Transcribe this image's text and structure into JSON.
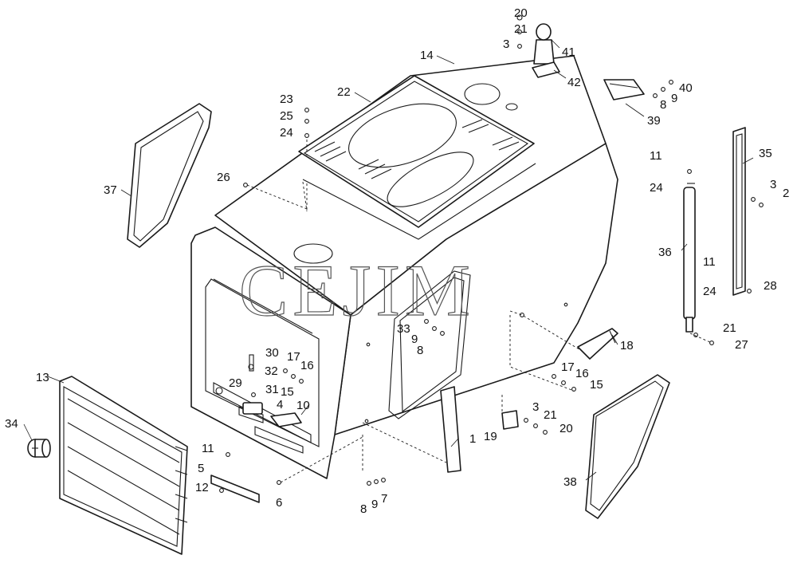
{
  "diagram": {
    "kind": "exploded parts diagram",
    "watermark": "CEJIM",
    "colors": {
      "line": "#1a1a1a",
      "paper": "#ffffff",
      "watermark": "#555555"
    },
    "callouts": {
      "c1": "1",
      "c2": "2",
      "c3a": "3",
      "c3b": "3",
      "c3c": "3",
      "c4": "4",
      "c5": "5",
      "c6": "6",
      "c7": "7",
      "c8a": "8",
      "c8b": "8",
      "c8c": "8",
      "c9a": "9",
      "c9b": "9",
      "c9c": "9",
      "c10": "10",
      "c11a": "11",
      "c11b": "11",
      "c11c": "11",
      "c12": "12",
      "c13": "13",
      "c14": "14",
      "c15a": "15",
      "c15b": "15",
      "c16a": "16",
      "c16b": "16",
      "c17a": "17",
      "c17b": "17",
      "c18": "18",
      "c19": "19",
      "c20a": "20",
      "c20b": "20",
      "c21a": "21",
      "c21b": "21",
      "c21c": "21",
      "c22": "22",
      "c23": "23",
      "c24a": "24",
      "c24b": "24",
      "c24c": "24",
      "c25": "25",
      "c26": "26",
      "c27": "27",
      "c28": "28",
      "c29": "29",
      "c30": "30",
      "c31": "31",
      "c32": "32",
      "c33": "33",
      "c34": "34",
      "c35": "35",
      "c36": "36",
      "c37": "37",
      "c38": "38",
      "c39": "39",
      "c40": "40",
      "c41": "41",
      "c42": "42"
    }
  }
}
